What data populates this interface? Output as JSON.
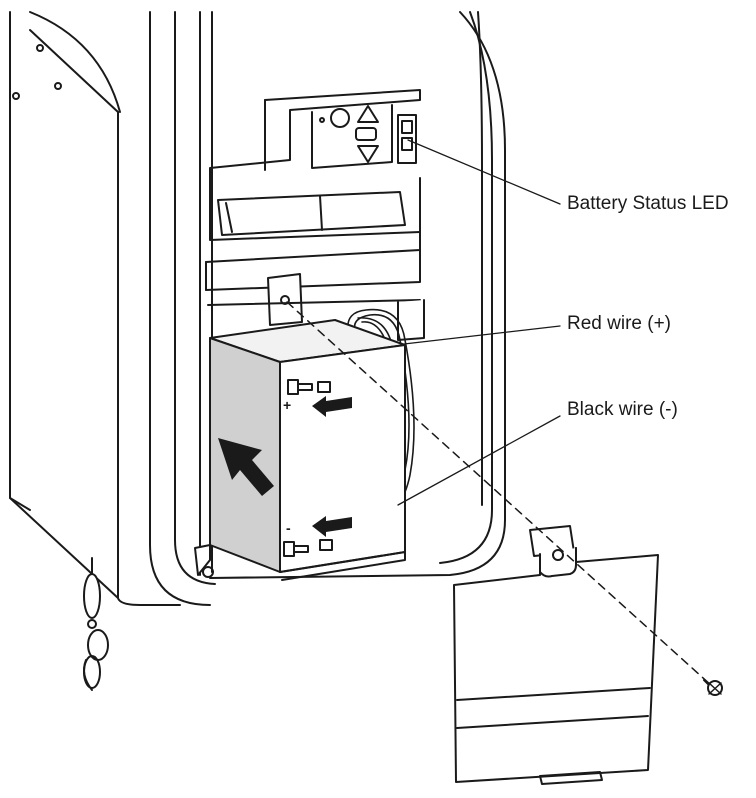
{
  "diagram": {
    "callouts": {
      "battery_led": "Battery Status LED",
      "red_wire": "Red wire (+)",
      "black_wire": "Black wire (-)"
    },
    "terminal_marks": {
      "positive": "+",
      "negative": "-"
    }
  },
  "colors": {
    "line": "#1a1a1a",
    "battery_face": "#d0d0d0",
    "battery_top": "#f2f2f2",
    "arrow": "#1a1a1a",
    "background": "#ffffff"
  }
}
